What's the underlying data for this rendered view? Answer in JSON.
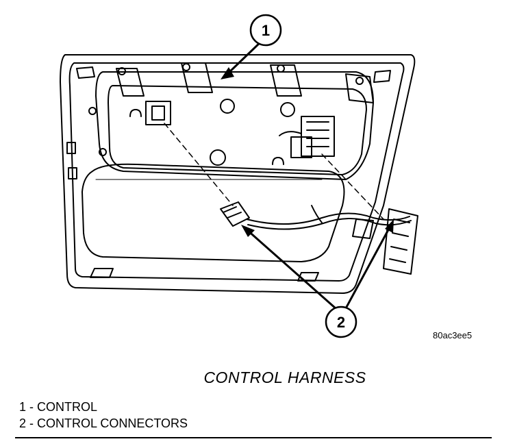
{
  "figure": {
    "code": "80ac3ee5",
    "title": "CONTROL HARNESS",
    "callouts": [
      "1",
      "2"
    ],
    "legend": [
      {
        "number": "1",
        "separator": " - ",
        "label": "CONTROL"
      },
      {
        "number": "2",
        "separator": " - ",
        "label": "CONTROL CONNECTORS"
      }
    ]
  }
}
